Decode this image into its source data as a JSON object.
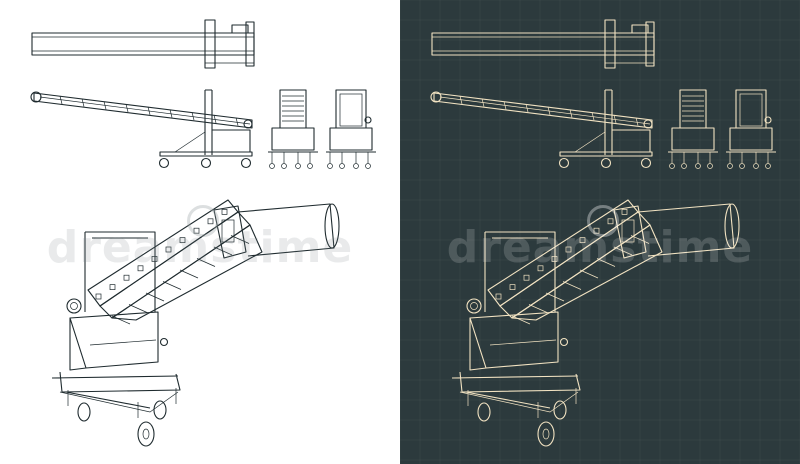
{
  "watermark": {
    "text": "dreamstime",
    "logo_icon": "spiral-logo-icon"
  },
  "panels": [
    {
      "id": "light",
      "background": "#ffffff",
      "line_color": "#1f2b2f"
    },
    {
      "id": "dark",
      "background": "#2c3a3d",
      "line_color": "#f2e3c2"
    }
  ],
  "views": [
    "top-view",
    "side-view",
    "front-view",
    "rear-view",
    "perspective-view"
  ]
}
